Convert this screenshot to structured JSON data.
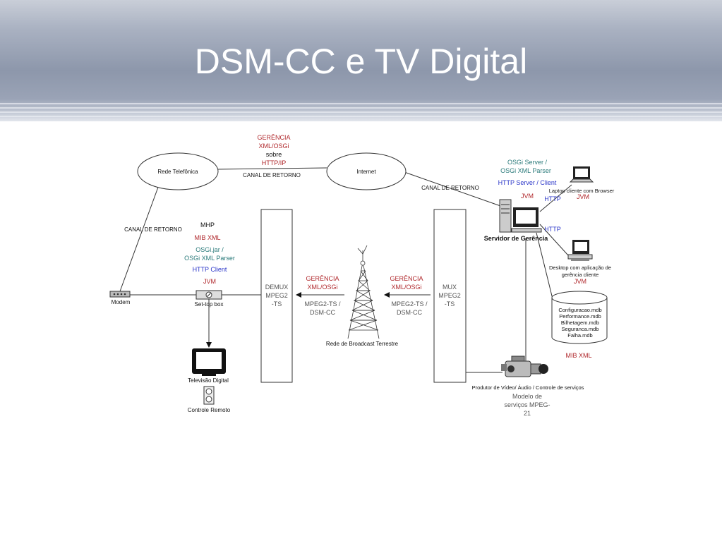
{
  "slide": {
    "title": "DSM-CC e TV Digital"
  },
  "colors": {
    "red": "#b0282c",
    "blue": "#2a35c8",
    "teal": "#2a7a7a",
    "grey": "#555555",
    "black": "#111111"
  },
  "diagram": {
    "rede_telefonica": "Rede Telefônica",
    "internet": "Internet",
    "gerencia_top": [
      "GERÊNCIA",
      "XML/OSGi",
      "sobre",
      "HTTP/IP"
    ],
    "canal_top": "CANAL DE RETORNO",
    "canal_right": "CANAL DE RETORNO",
    "canal_left": "CANAL DE RETORNO",
    "stb_stack": {
      "mhp": "MHP",
      "mib": "MIB XML",
      "osgi1": "OSGi.jar  /",
      "osgi2": "OSGi XML Parser",
      "http": "HTTP Client",
      "jvm": "JVM"
    },
    "modem": "Modem",
    "settop": "Set-top box",
    "tv": "Televisão Digital",
    "remote": "Controle Remoto",
    "demux": [
      "DEMUX",
      "MPEG2",
      "-TS"
    ],
    "mux": [
      "MUX",
      "MPEG2",
      "-TS"
    ],
    "gerencia_left": [
      "GERÊNCIA",
      "XML/OSGi"
    ],
    "mpeg_left": [
      "MPEG2-TS /",
      "DSM-CC"
    ],
    "gerencia_right": [
      "GERÊNCIA",
      "XML/OSGi"
    ],
    "mpeg_right": [
      "MPEG2-TS /",
      "DSM-CC"
    ],
    "tower": "Rede de Broadcast Terrestre",
    "server_stack": {
      "osgi1": "OSGi Server  /",
      "osgi2": "OSGi XML Parser",
      "http": "HTTP Server / Client",
      "jvm": "JVM"
    },
    "server": "Servidor de Gerência",
    "laptop": "Laptop cliente com Browser",
    "laptop_jvm": "JVM",
    "http1": "HTTP",
    "http2": "HTTP",
    "desktop": [
      "Desktop com aplicação de",
      "gerência cliente"
    ],
    "desktop_jvm": "JVM",
    "db_files": [
      "Configuracao.mdb",
      "Performance.mdb",
      "Bilhetagem.mdb",
      "Seguranca.mdb",
      "Falha.mdb"
    ],
    "mib_xml": "MIB XML",
    "producer": "Produtor de Vídeo/ Áudio / Controle de serviços",
    "modelo": [
      "Modelo de",
      "serviços MPEG-",
      "21"
    ]
  }
}
